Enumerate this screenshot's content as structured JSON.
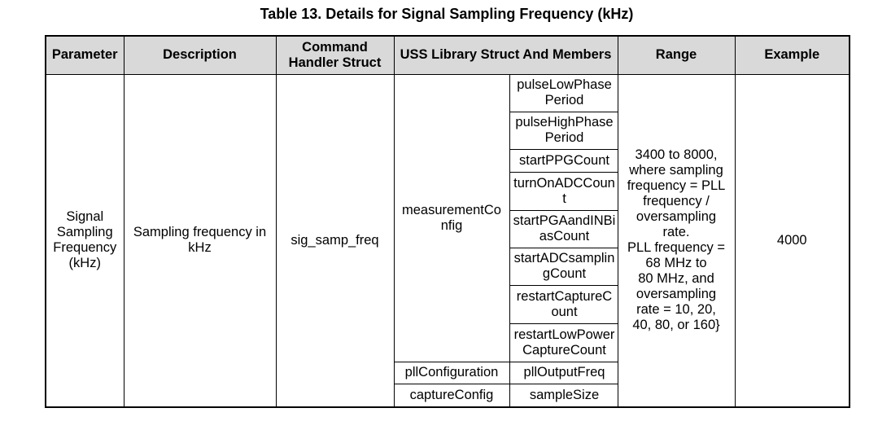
{
  "title": "Table 13. Details for Signal Sampling Frequency (kHz)",
  "colors": {
    "header_bg": "#d9d9d9",
    "border": "#000000",
    "text": "#000000",
    "page_bg": "#ffffff"
  },
  "table": {
    "columns": [
      "Parameter",
      "Description",
      "Command Handler Struct",
      "USS Library Struct And Members",
      "Range",
      "Example"
    ],
    "row": {
      "parameter": "Signal Sampling Frequency (kHz)",
      "description": "Sampling frequency in kHz",
      "command_handler_struct": "sig_samp_freq",
      "uss_library": [
        {
          "struct": "measurementConfig",
          "members": [
            "pulseLowPhasePeriod",
            "pulseHighPhasePeriod",
            "startPPGCount",
            "turnOnADCCount",
            "startPGAandINBiasCount",
            "startADCsamplingCount",
            "restartCaptureCount",
            "restartLowPowerCaptureCount"
          ]
        },
        {
          "struct": "pllConfiguration",
          "members": [
            "pllOutputFreq"
          ]
        },
        {
          "struct": "captureConfig",
          "members": [
            "sampleSize"
          ]
        }
      ],
      "range": "3400 to 8000,\nwhere sampling\nfrequency = PLL\nfrequency /\noversampling\nrate.\nPLL frequency =\n68 MHz to\n80 MHz, and\noversampling\nrate = 10, 20,\n40, 80, or 160}",
      "example": "4000"
    }
  }
}
